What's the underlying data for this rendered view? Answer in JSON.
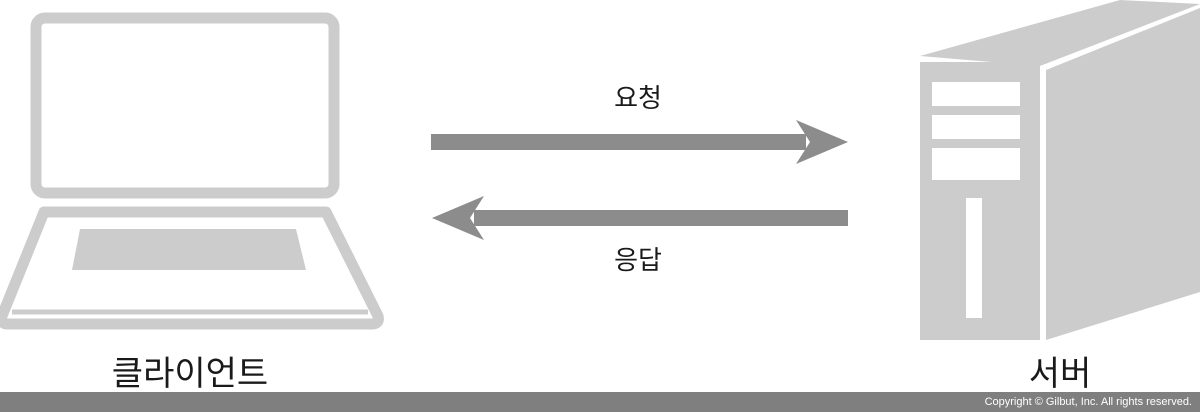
{
  "nodes": {
    "client": {
      "label": "클라이언트",
      "icon": "laptop-icon"
    },
    "server": {
      "label": "서버",
      "icon": "server-tower-icon"
    }
  },
  "edges": {
    "request": {
      "label": "요청",
      "from": "client",
      "to": "server"
    },
    "response": {
      "label": "응답",
      "from": "server",
      "to": "client"
    }
  },
  "footer": {
    "copyright": "Copyright © Gilbut, Inc. All rights reserved."
  },
  "colors": {
    "icon_gray": "#cccccc",
    "arrow_gray": "#8c8c8c",
    "footer_gray": "#7f7f7f"
  }
}
